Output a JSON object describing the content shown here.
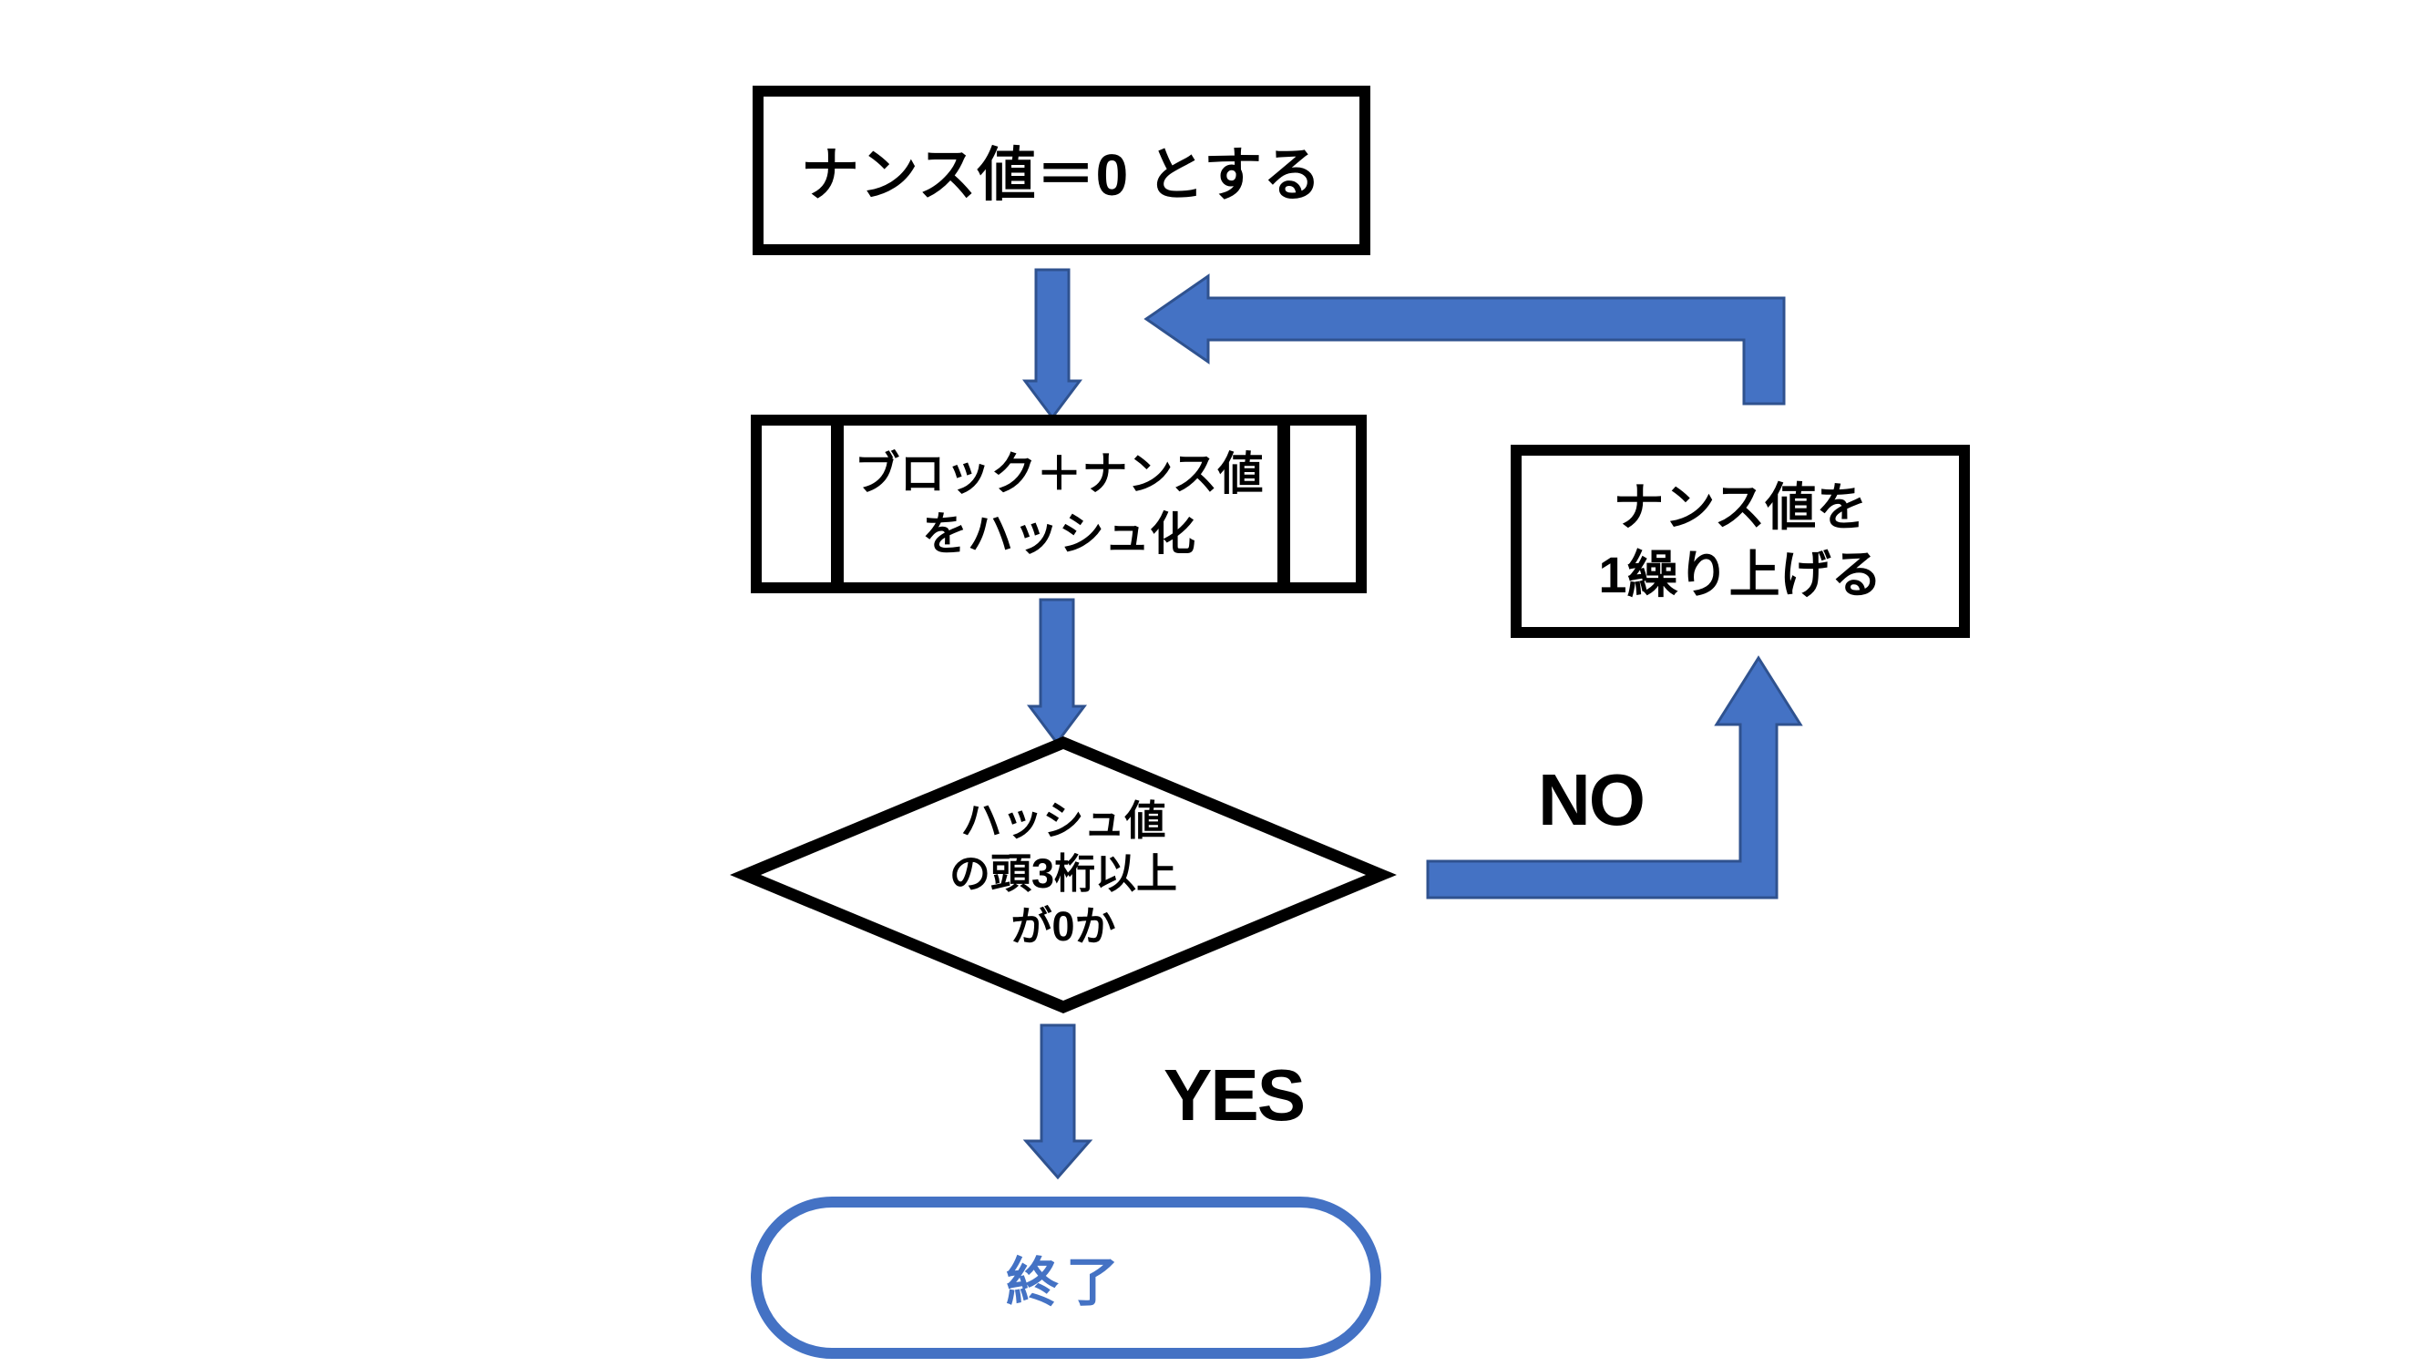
{
  "flowchart": {
    "nodes": {
      "start": {
        "type": "process",
        "label": "ナンス値＝0 とする"
      },
      "hash": {
        "type": "predefined-process",
        "lines": [
          "ブロック＋ナンス値",
          "をハッシュ化"
        ]
      },
      "decision": {
        "type": "decision",
        "lines": [
          "ハッシュ値",
          "の頭3桁以上",
          "が0か"
        ]
      },
      "increment": {
        "type": "process",
        "lines": [
          "ナンス値を",
          "1繰り上げる"
        ]
      },
      "end": {
        "type": "terminator",
        "label": "終了"
      }
    },
    "edge_labels": {
      "yes": "YES",
      "no": "NO"
    },
    "colors": {
      "arrow_fill": "#4472C4",
      "arrow_outline": "#2F528F",
      "node_border": "#000000",
      "node_text": "#000000",
      "terminator_accent": "#4472C4",
      "background": "#FFFFFF"
    }
  }
}
